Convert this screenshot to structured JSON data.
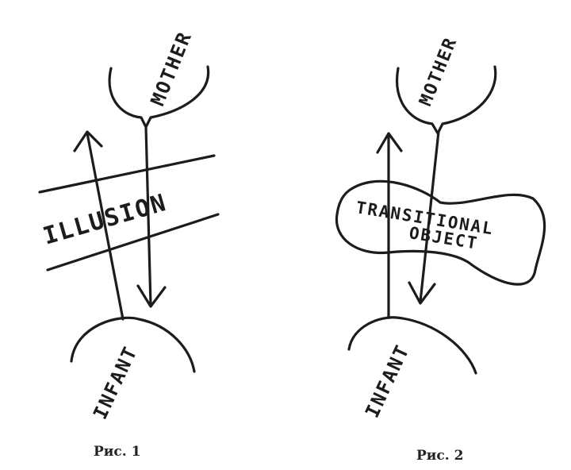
{
  "figure1": {
    "mother_label": "MOTHER",
    "infant_label": "INFANT",
    "middle_label": "ILLUSION",
    "caption": "Рис. 1"
  },
  "figure2": {
    "mother_label": "MOTHER",
    "infant_label": "INFANT",
    "middle_label_line1": "TRANSITIONAL",
    "middle_label_line2": "OBJECT",
    "caption": "Рис. 2"
  }
}
